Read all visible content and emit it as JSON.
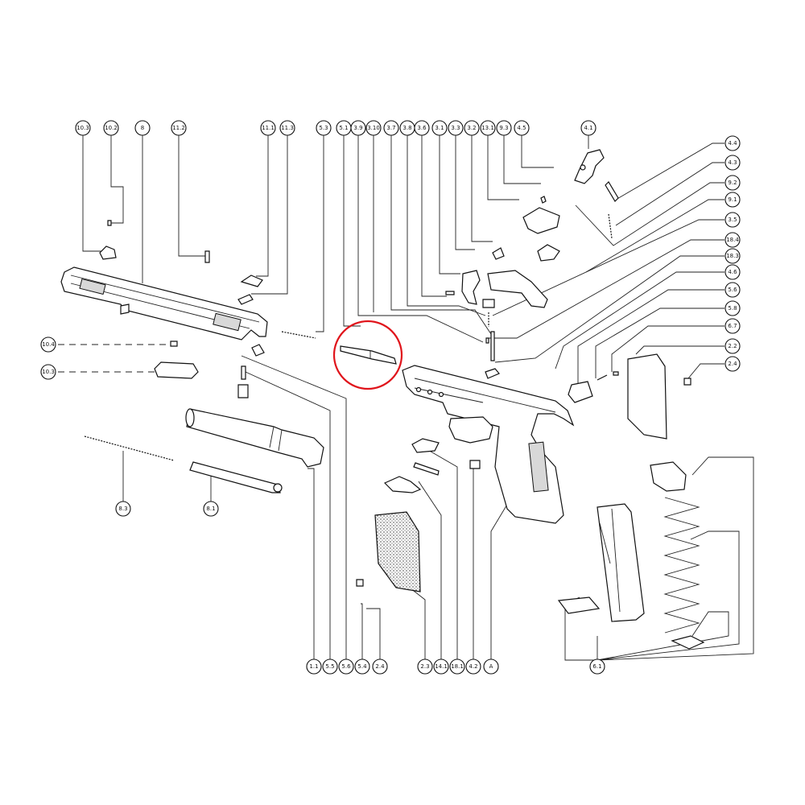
{
  "diagram": {
    "top_labels": [
      "10.3",
      "10.2",
      "8",
      "11.2",
      "11.1",
      "11.3",
      "5.3",
      "5.1",
      "3.9",
      "3.10",
      "3.7",
      "3.8",
      "3.6",
      "3.1",
      "3.3",
      "3.2",
      "13.1",
      "9.3",
      "4.5",
      "4.1"
    ],
    "right_labels": [
      "4.4",
      "4.3",
      "9.2",
      "9.1",
      "3.5",
      "18.4",
      "18.3",
      "4.6",
      "5.6",
      "5.8",
      "6.7",
      "2.2",
      "2.4"
    ],
    "left_labels": [
      "10.4",
      "10.3"
    ],
    "left_bottom_labels": [
      "8.3",
      "8.1"
    ],
    "bottom_labels": [
      "1.1",
      "5.5",
      "5.6",
      "5.4",
      "2.4",
      "2.3",
      "14.1",
      "18.1",
      "4.2",
      "A"
    ],
    "magazine_label": "6.1"
  },
  "highlight": {
    "color": "#e0141b",
    "meaning": "circled part"
  }
}
